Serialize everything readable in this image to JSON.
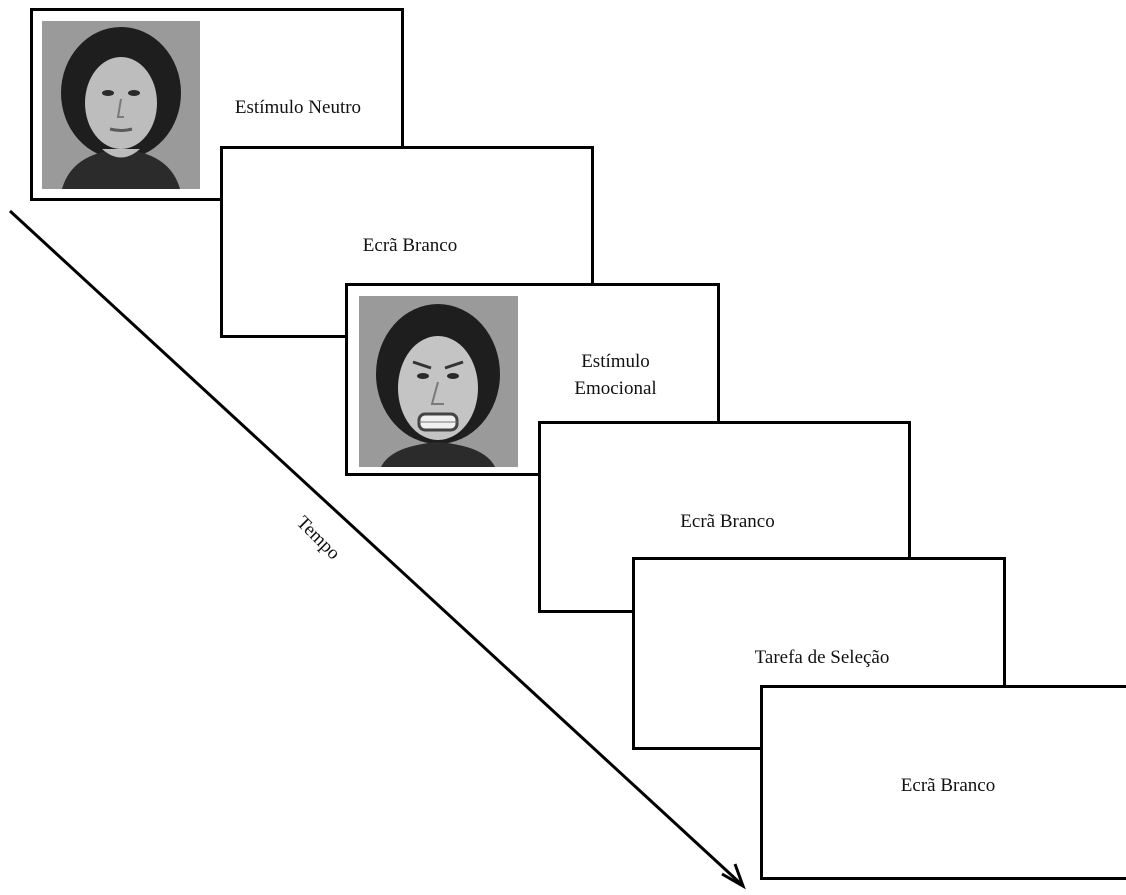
{
  "frames": [
    {
      "label": "Estímulo Neutro",
      "has_photo": true,
      "photo_expression": "neutral"
    },
    {
      "label": "Ecrã Branco",
      "has_photo": false
    },
    {
      "label_lines": [
        "Estímulo",
        "Emocional"
      ],
      "has_photo": true,
      "photo_expression": "angry"
    },
    {
      "label": "Ecrã Branco",
      "has_photo": false
    },
    {
      "label": "Tarefa de Seleção",
      "has_photo": false
    },
    {
      "label": "Ecrã Branco",
      "has_photo": false
    }
  ],
  "axis": {
    "label": "Tempo"
  },
  "colors": {
    "border": "#000000",
    "background": "#ffffff",
    "photo_bg": "#8e8e8e"
  }
}
